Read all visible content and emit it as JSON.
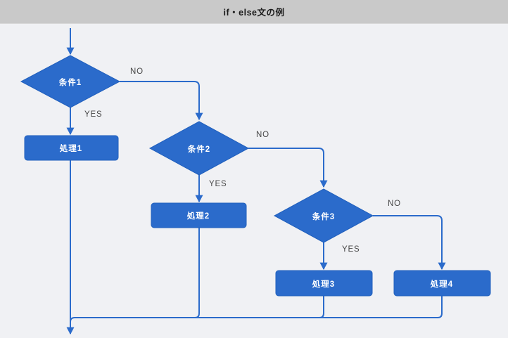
{
  "header": {
    "title": "if・else文の例"
  },
  "diagram": {
    "nodes": {
      "condition1": {
        "type": "decision",
        "label": "条件1"
      },
      "condition2": {
        "type": "decision",
        "label": "条件2"
      },
      "condition3": {
        "type": "decision",
        "label": "条件3"
      },
      "process1": {
        "type": "process",
        "label": "処理1"
      },
      "process2": {
        "type": "process",
        "label": "処理2"
      },
      "process3": {
        "type": "process",
        "label": "処理3"
      },
      "process4": {
        "type": "process",
        "label": "処理4"
      }
    },
    "edges": [
      {
        "from": "start",
        "to": "condition1",
        "label": ""
      },
      {
        "from": "condition1",
        "to": "process1",
        "label": "YES"
      },
      {
        "from": "condition1",
        "to": "condition2",
        "label": "NO"
      },
      {
        "from": "condition2",
        "to": "process2",
        "label": "YES"
      },
      {
        "from": "condition2",
        "to": "condition3",
        "label": "NO"
      },
      {
        "from": "condition3",
        "to": "process3",
        "label": "YES"
      },
      {
        "from": "condition3",
        "to": "process4",
        "label": "NO"
      },
      {
        "from": "process1",
        "to": "end",
        "label": ""
      },
      {
        "from": "process2",
        "to": "end",
        "label": ""
      },
      {
        "from": "process3",
        "to": "end",
        "label": ""
      },
      {
        "from": "process4",
        "to": "end",
        "label": ""
      }
    ]
  },
  "colors": {
    "canvas_bg": "#f0f1f4",
    "header_bg": "#c9c9c9",
    "header_text": "#1a1a1a",
    "node_fill": "#2b6bcb",
    "node_stroke": "#2160bd",
    "node_text": "#ffffff",
    "connector": "#2b6bcb",
    "branch_label_text": "#474747"
  }
}
